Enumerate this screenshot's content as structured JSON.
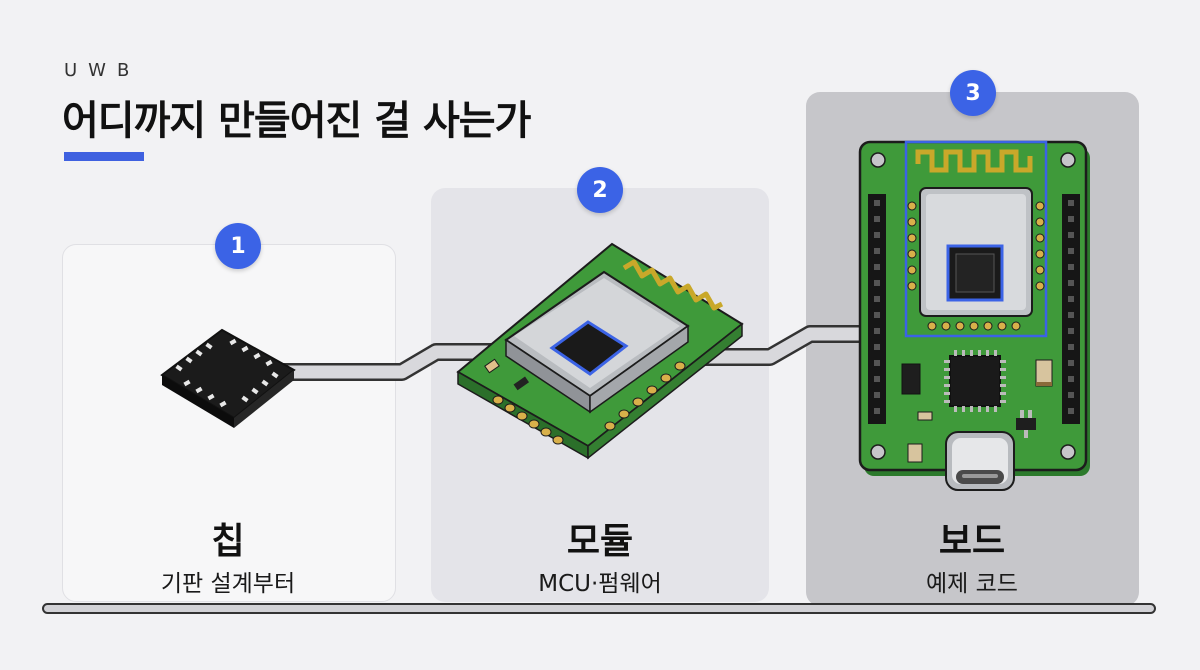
{
  "header": {
    "eyebrow": "UWB",
    "title": "어디까지 만들어진 걸 사는가"
  },
  "colors": {
    "accent": "#3b63e6",
    "pcb_green": "#3f9a3a",
    "panel_3_bg": "#c6c6ca"
  },
  "stages": [
    {
      "number": "1",
      "name": "칩",
      "subtitle": "기판 설계부터",
      "icon": "chip-icon"
    },
    {
      "number": "2",
      "name": "모듈",
      "subtitle": "MCU·펌웨어",
      "icon": "module-icon"
    },
    {
      "number": "3",
      "name": "보드",
      "subtitle": "예제 코드",
      "icon": "board-icon"
    }
  ]
}
